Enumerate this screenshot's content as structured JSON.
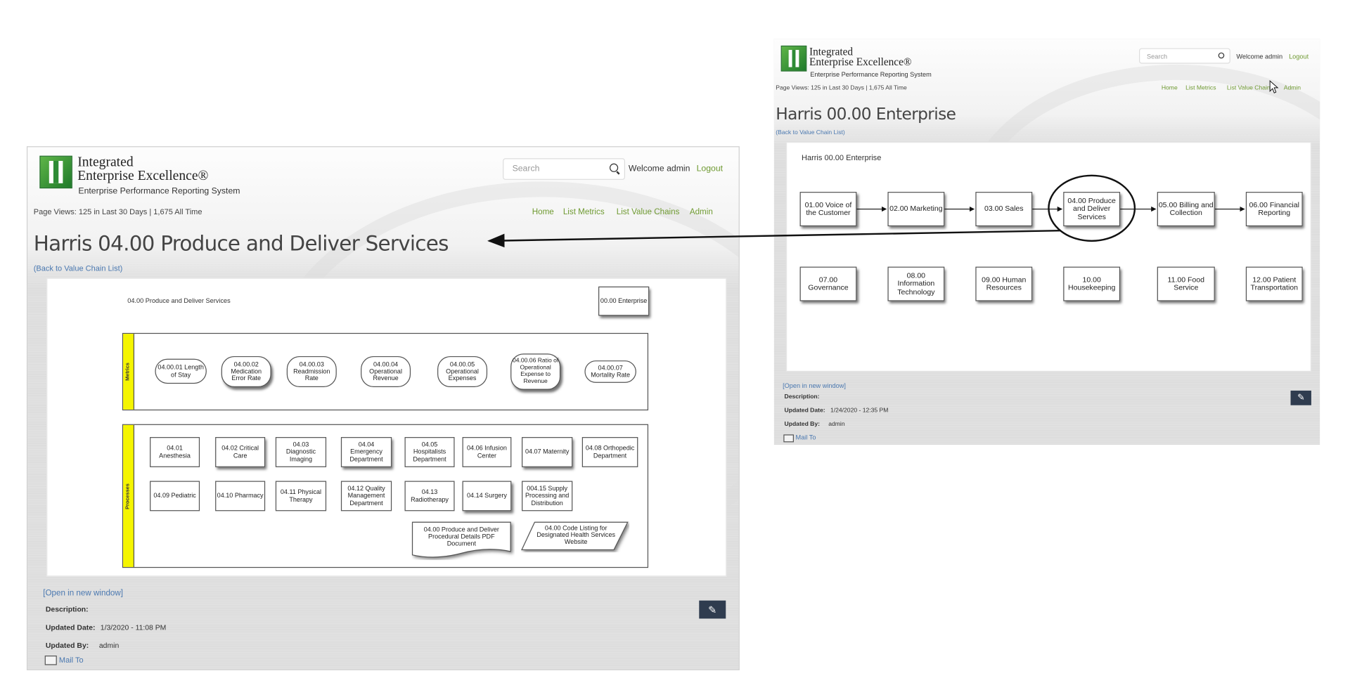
{
  "left_panel": {
    "logo": {
      "line1": "Integrated",
      "line2": "Enterprise Excellence®",
      "tagline": "Enterprise Performance Reporting System"
    },
    "search_placeholder": "Search",
    "welcome": "Welcome admin",
    "logout": "Logout",
    "page_views": "Page Views: 125 in Last 30 Days | 1,675 All Time",
    "nav": [
      "Home",
      "List Metrics",
      "List Value Chains",
      "Admin"
    ],
    "title": "Harris 04.00 Produce and Deliver Services",
    "back_link": "(Back to Value Chain List)",
    "diagram": {
      "caption": "04.00 Produce and Deliver Services",
      "parent": "00.00 Enterprise",
      "metrics_label": "Metrics",
      "processes_label": "Processes",
      "metrics": [
        "04.00.01 Length of Stay",
        "04.00.02 Medication Error Rate",
        "04.00.03 Readmission Rate",
        "04.00.04 Operational Revenue",
        "04.00.05 Operational Expenses",
        "04.00.06 Ratio of Operational Expense to Revenue",
        "04.00.07 Mortality Rate"
      ],
      "processes": [
        "04.01 Anesthesia",
        "04.02 Critical Care",
        "04.03 Diagnostic Imaging",
        "04.04 Emergency Department",
        "04.05 Hospitalists Department",
        "04.06 Infusion Center",
        "04.07 Maternity",
        "04.08 Orthopedic Department",
        "04.09 Pediatric",
        "04.10 Pharmacy",
        "04.11 Physical Therapy",
        "04.12 Quality Management Department",
        "04.13 Radiotherapy",
        "04.14 Surgery",
        "004.15 Supply Processing and Distribution"
      ],
      "document": "04.00 Produce and Deliver Procedural Details PDF Document",
      "website": "04.00 Code Listing for Designated Health Services Website"
    },
    "open_new_window": "[Open in new window]",
    "description_label": "Description:",
    "updated_date_label": "Updated Date:",
    "updated_date": "1/3/2020 - 11:08 PM",
    "updated_by_label": "Updated By:",
    "updated_by": "admin",
    "mail_to": "Mail To"
  },
  "right_panel": {
    "logo": {
      "line1": "Integrated",
      "line2": "Enterprise Excellence®",
      "tagline": "Enterprise Performance Reporting System"
    },
    "search_placeholder": "Search",
    "welcome": "Welcome admin",
    "logout": "Logout",
    "page_views": "Page Views: 125 in Last 30 Days | 1,675 All Time",
    "nav": [
      "Home",
      "List Metrics",
      "List Value Chains",
      "Admin"
    ],
    "title": "Harris 00.00 Enterprise",
    "back_link": "(Back to Value Chain List)",
    "diagram": {
      "caption": "Harris 00.00 Enterprise",
      "row1": [
        "01.00 Voice of the Customer",
        "02.00 Marketing",
        "03.00 Sales",
        "04.00 Produce and Deliver Services",
        "05.00 Billing and Collection",
        "06.00 Financial Reporting"
      ],
      "row2": [
        "07.00 Governance",
        "08.00 Information Technology",
        "09.00 Human Resources",
        "10.00 Housekeeping",
        "11.00 Food Service",
        "12.00 Patient Transportation"
      ]
    },
    "open_new_window": "[Open in new window]",
    "description_label": "Description:",
    "updated_date_label": "Updated Date:",
    "updated_date": "1/24/2020 - 12:35 PM",
    "updated_by_label": "Updated By:",
    "updated_by": "admin",
    "mail_to": "Mail To"
  },
  "colors": {
    "nav_green": "#6f9a32",
    "link_blue": "#4a78b0",
    "lane_yellow": "#f5f500",
    "edit_button": "#2f3c4f"
  }
}
